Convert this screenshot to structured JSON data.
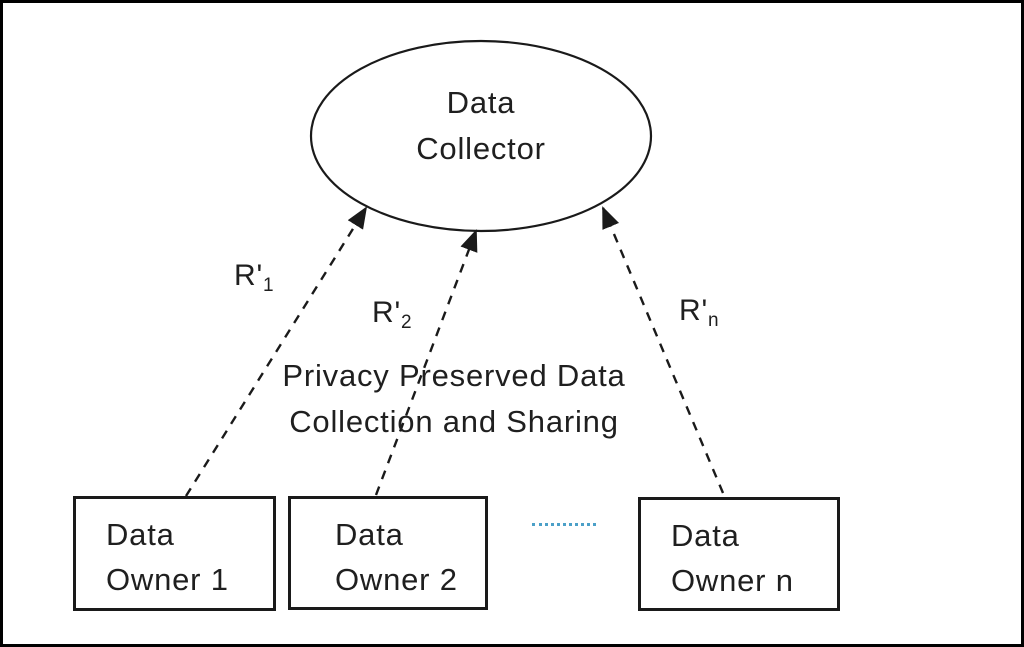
{
  "diagram": {
    "collector_node": {
      "line1": "Data",
      "line2": "Collector"
    },
    "caption": {
      "line1": "Privacy Preserved Data",
      "line2": "Collection and Sharing"
    },
    "edge_labels": [
      {
        "base": "R'",
        "sub": "1"
      },
      {
        "base": "R'",
        "sub": "2"
      },
      {
        "base": "R'",
        "sub": "n"
      }
    ],
    "owner_nodes": [
      {
        "line1": "Data",
        "line2": "Owner 1"
      },
      {
        "line1": "Data",
        "line2": "Owner 2"
      },
      {
        "line1": "Data",
        "line2": "Owner n"
      }
    ],
    "colors": {
      "background": "#ffffff",
      "border": "#000000",
      "stroke": "#1a1a1a",
      "text": "#1f1f1f",
      "separator": "#4ba0c8"
    }
  }
}
